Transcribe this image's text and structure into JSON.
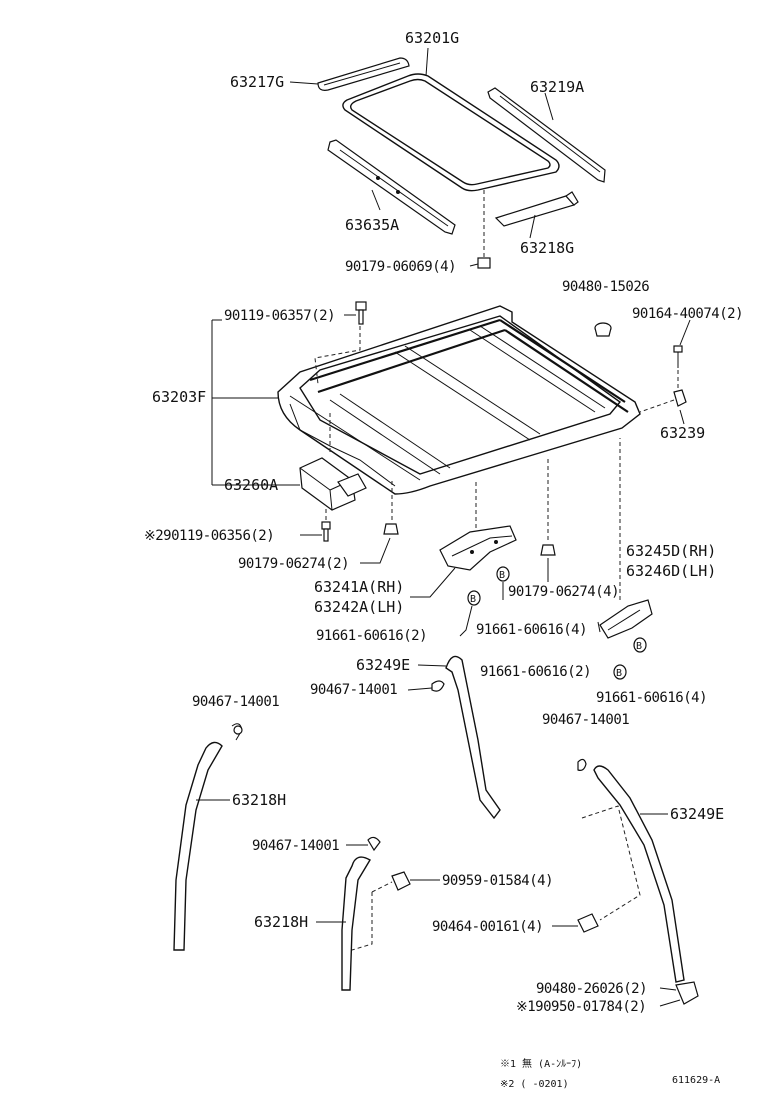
{
  "labels": {
    "l63201G": "63201G",
    "l63217G": "63217G",
    "l63219A": "63219A",
    "l63635A": "63635A",
    "l63218G": "63218G",
    "l90179_06069": "90179-06069(4)",
    "l90480_15026": "90480-15026",
    "l90119_06357": "90119-06357(2)",
    "l90164_40074": "90164-40074(2)",
    "l63203F": "63203F",
    "l63239": "63239",
    "l63260A": "63260A",
    "l90119_06356": "※290119-06356(2)",
    "l90179_06274a": "90179-06274(2)",
    "l63241A": "63241A(RH)",
    "l63242A": "63242A(LH)",
    "l90179_06274b": "90179-06274(4)",
    "l63245D": "63245D(RH)",
    "l63246D": "63246D(LH)",
    "l91661_a": "91661-60616(2)",
    "l91661_b": "91661-60616(4)",
    "l63249E_top": "63249E",
    "l90467_a": "90467-14001",
    "l91661_c": "91661-60616(2)",
    "l91661_d": "91661-60616(4)",
    "l90467_b": "90467-14001",
    "l90467_c": "90467-14001",
    "l63218H_a": "63218H",
    "l63249E_right": "63249E",
    "l90467_d": "90467-14001",
    "l90959": "90959-01584(4)",
    "l63218H_b": "63218H",
    "l90464": "90464-00161(4)",
    "l90480_26026": "90480-26026(2)",
    "l90950": "※190950-01784(2)",
    "note1": "※1 無 (A-ﾝﾙｰﾌ)",
    "note2": "※2 (    -0201)",
    "figure_id": "611629-A",
    "marker_b": "B"
  },
  "icons": [
    "bolt-icon",
    "clip-icon",
    "grommet-icon",
    "hose-icon",
    "drip-channel-icon",
    "motor-icon",
    "bracket-icon"
  ]
}
